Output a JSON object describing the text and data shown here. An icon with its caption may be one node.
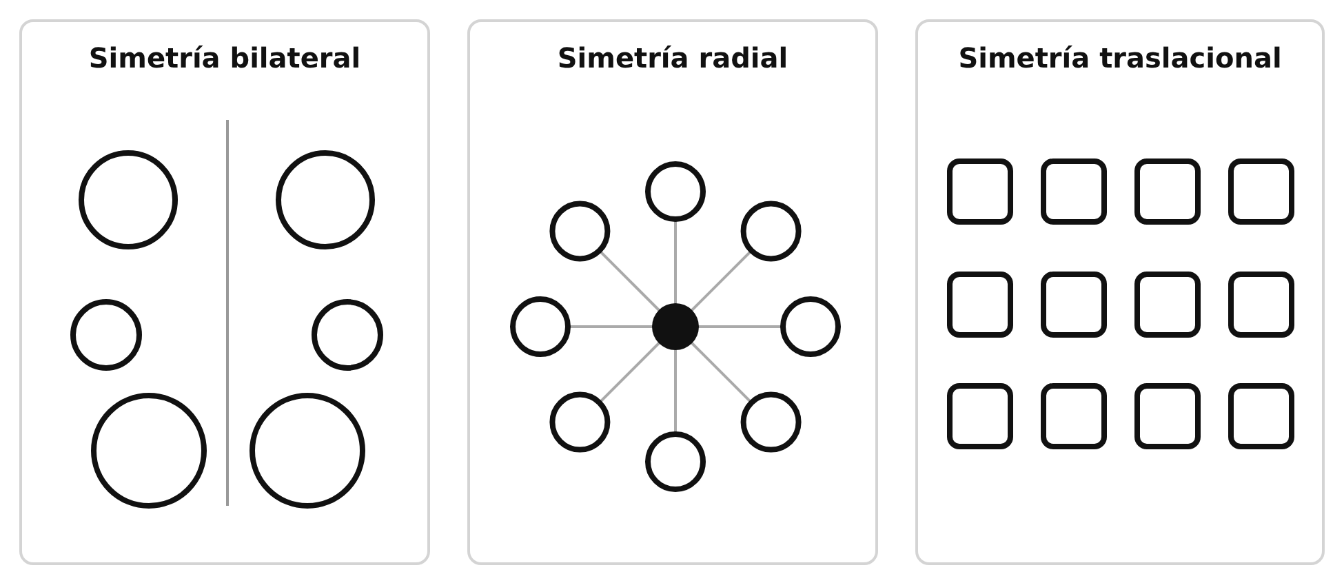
{
  "diagram": {
    "nodes": [
      {
        "text": [
          "Simetría bilateral"
        ]
      },
      {
        "text": [
          "Simetría radial"
        ]
      },
      {
        "text": [
          "Simetría traslacional"
        ]
      }
    ]
  }
}
